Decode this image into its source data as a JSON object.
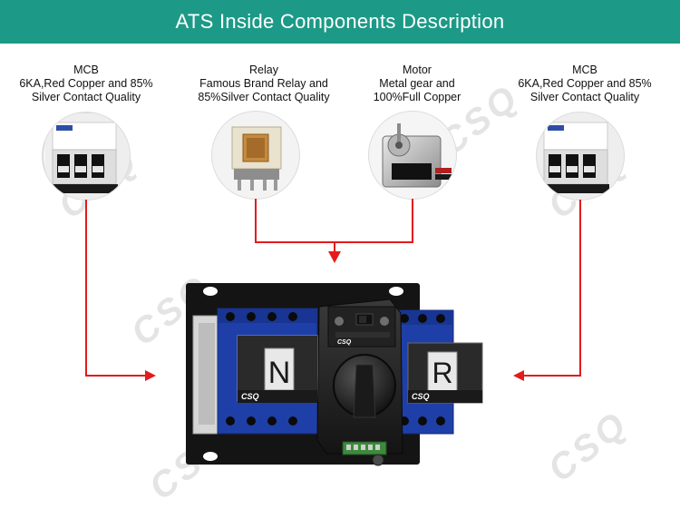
{
  "header": {
    "title": "ATS Inside Components Description"
  },
  "components": [
    {
      "title": "MCB",
      "line1": "6KA,Red Copper and 85%",
      "line2": "Silver Contact Quality"
    },
    {
      "title": "Relay",
      "line1": "Famous Brand Relay and",
      "line2": "85%Silver Contact Quality"
    },
    {
      "title": "Motor",
      "line1": "Metal gear and",
      "line2": "100%Full Copper"
    },
    {
      "title": "MCB",
      "line1": "6KA,Red Copper and 85%",
      "line2": "Silver Contact Quality"
    }
  ],
  "watermark": {
    "brand": "CSQ"
  },
  "device": {
    "left_module_letter": "N",
    "right_module_letter": "R",
    "left_brand": "CSQ",
    "right_brand": "CSQ",
    "panel_brand": "CSQ"
  },
  "colors": {
    "banner": "#1c9a87",
    "arrow": "#e21b1b",
    "switch_blue": "#1f3fa8",
    "housing": "#1d1d1d"
  }
}
